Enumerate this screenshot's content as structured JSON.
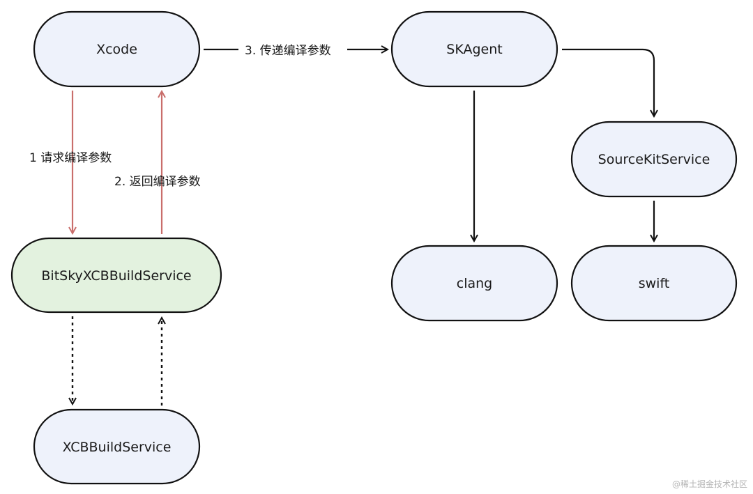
{
  "colors": {
    "node_fill": "#eef2fb",
    "node_fill_highlight": "#e3f2df",
    "node_stroke": "#111111",
    "arrow_black": "#111111",
    "arrow_red": "#c96e6b"
  },
  "nodes": {
    "xcode": "Xcode",
    "skagent": "SKAgent",
    "sourcekit": "SourceKitService",
    "clang": "clang",
    "swift": "swift",
    "bitsky": "BitSkyXCBBuildService",
    "xcbbuild": "XCBBuildService"
  },
  "edges": {
    "request": "1 请求编译参数",
    "return": "2. 返回编译参数",
    "pass": "3. 传递编译参数"
  },
  "watermark": "@稀土掘金技术社区"
}
